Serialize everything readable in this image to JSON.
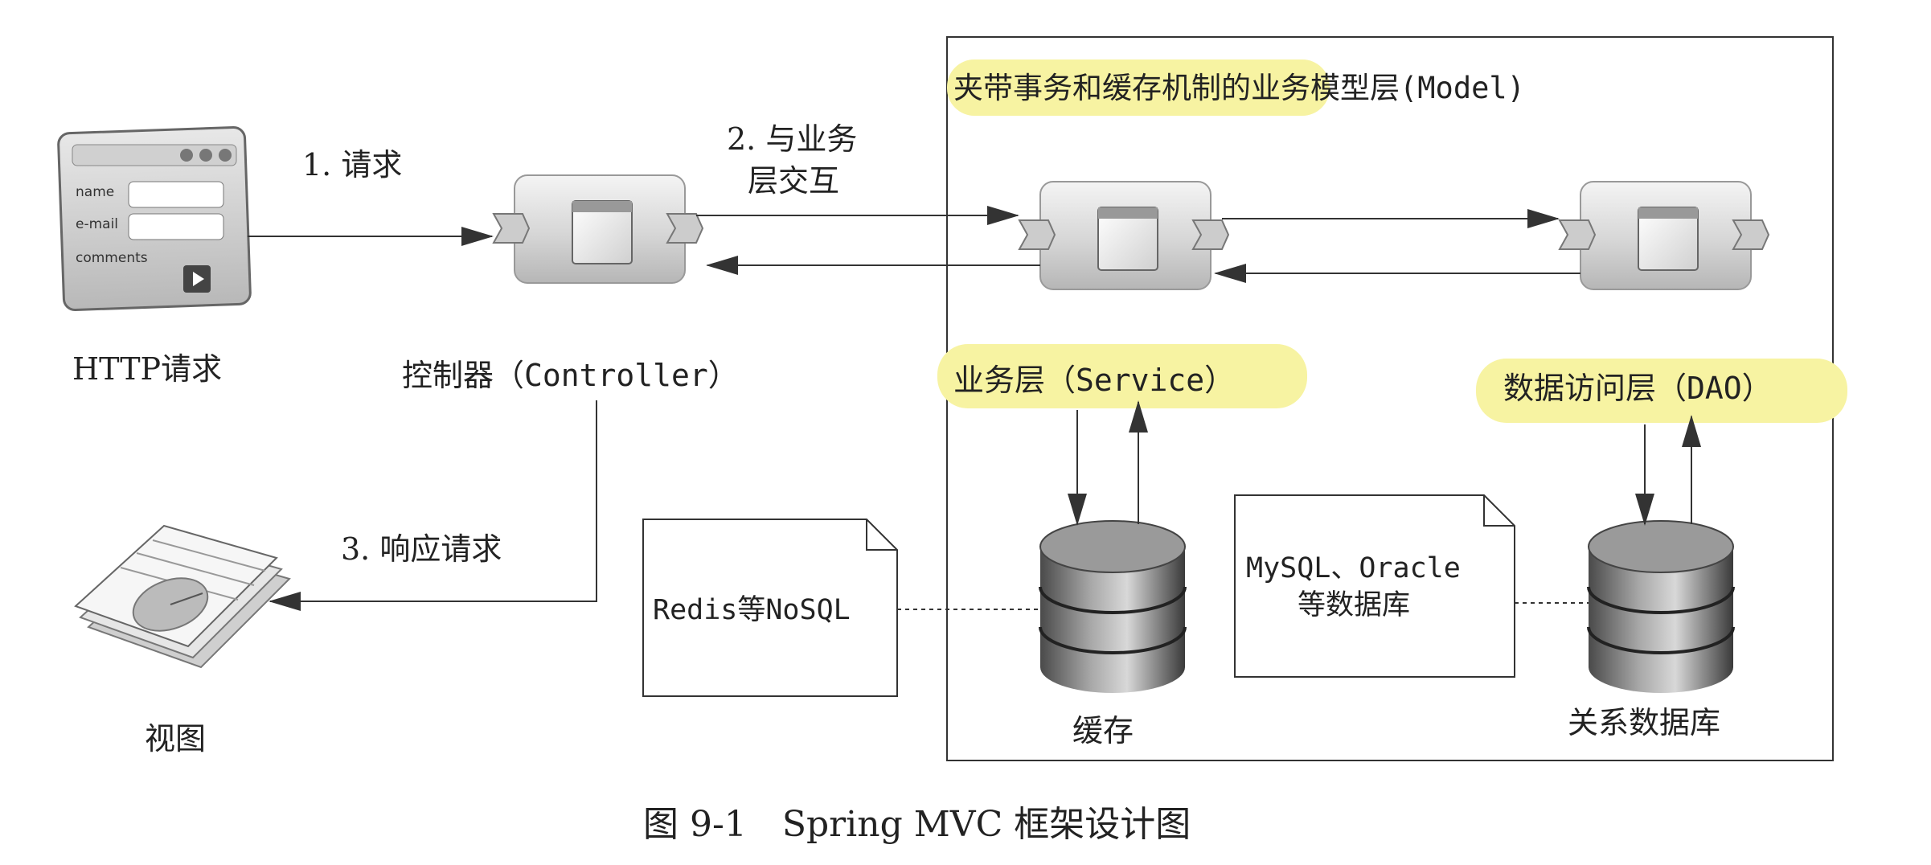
{
  "nodes": {
    "http_request": {
      "label": "HTTP请求",
      "form_fields": [
        "name",
        "e-mail",
        "comments"
      ]
    },
    "controller": {
      "label": "控制器（Controller）"
    },
    "view": {
      "label": "视图"
    },
    "model_container": {
      "label": "夹带事务和缓存机制的业务模型层(Model)"
    },
    "service": {
      "label": "业务层（Service）"
    },
    "dao": {
      "label": "数据访问层（DAO）"
    },
    "cache": {
      "label": "缓存"
    },
    "relational_db": {
      "label": "关系数据库"
    }
  },
  "notes": {
    "redis": "Redis等NoSQL",
    "mysql_line1": "MySQL、Oracle",
    "mysql_line2": "等数据库"
  },
  "edges": {
    "request": "1. 请求",
    "interact_line1": "2. 与业务",
    "interact_line2": "层交互",
    "response": "3. 响应请求"
  },
  "caption": "图 9-1　Spring MVC 框架设计图",
  "colors": {
    "highlight": "#f7f3a2",
    "line": "#333333",
    "box_border": "#444444"
  }
}
